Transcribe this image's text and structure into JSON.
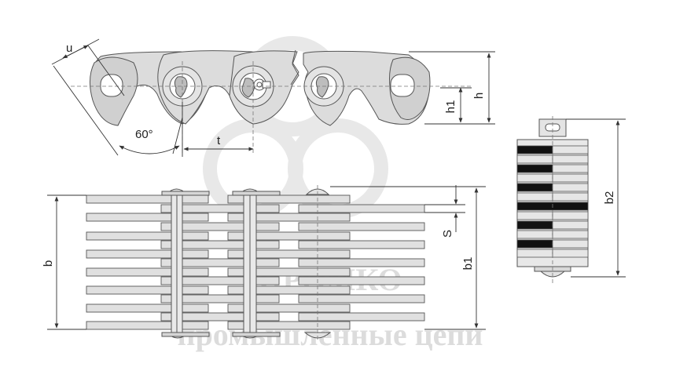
{
  "labels": {
    "u": "u",
    "angle": "60°",
    "t": "t",
    "h": "h",
    "h1": "h1",
    "b": "b",
    "b1": "b1",
    "S": "S",
    "b2": "b2"
  },
  "watermark": {
    "line1": "ПРОМКО",
    "line2": "промышленные цепи"
  },
  "colors": {
    "plate_fill": "#dcdcdc",
    "line": "#555555",
    "dim": "#333333",
    "black_plate": "#111111",
    "watermark": "#d9d9d9"
  }
}
